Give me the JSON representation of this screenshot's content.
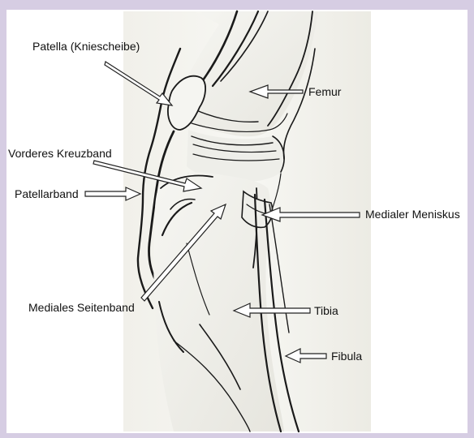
{
  "labels": {
    "patella": "Patella (Kniescheibe)",
    "femur": "Femur",
    "vorderes_kreuzband": "Vorderes Kreuzband",
    "patellarband": "Patellarband",
    "medialer_meniskus": "Medialer Meniskus",
    "mediales_seitenband": "Mediales Seitenband",
    "tibia": "Tibia",
    "fibula": "Fibula"
  },
  "colors": {
    "page_background": "#d6cde3",
    "image_background": "#ffffff",
    "bone_fill": "#f3f3ef",
    "outline": "#1a1a1a"
  }
}
